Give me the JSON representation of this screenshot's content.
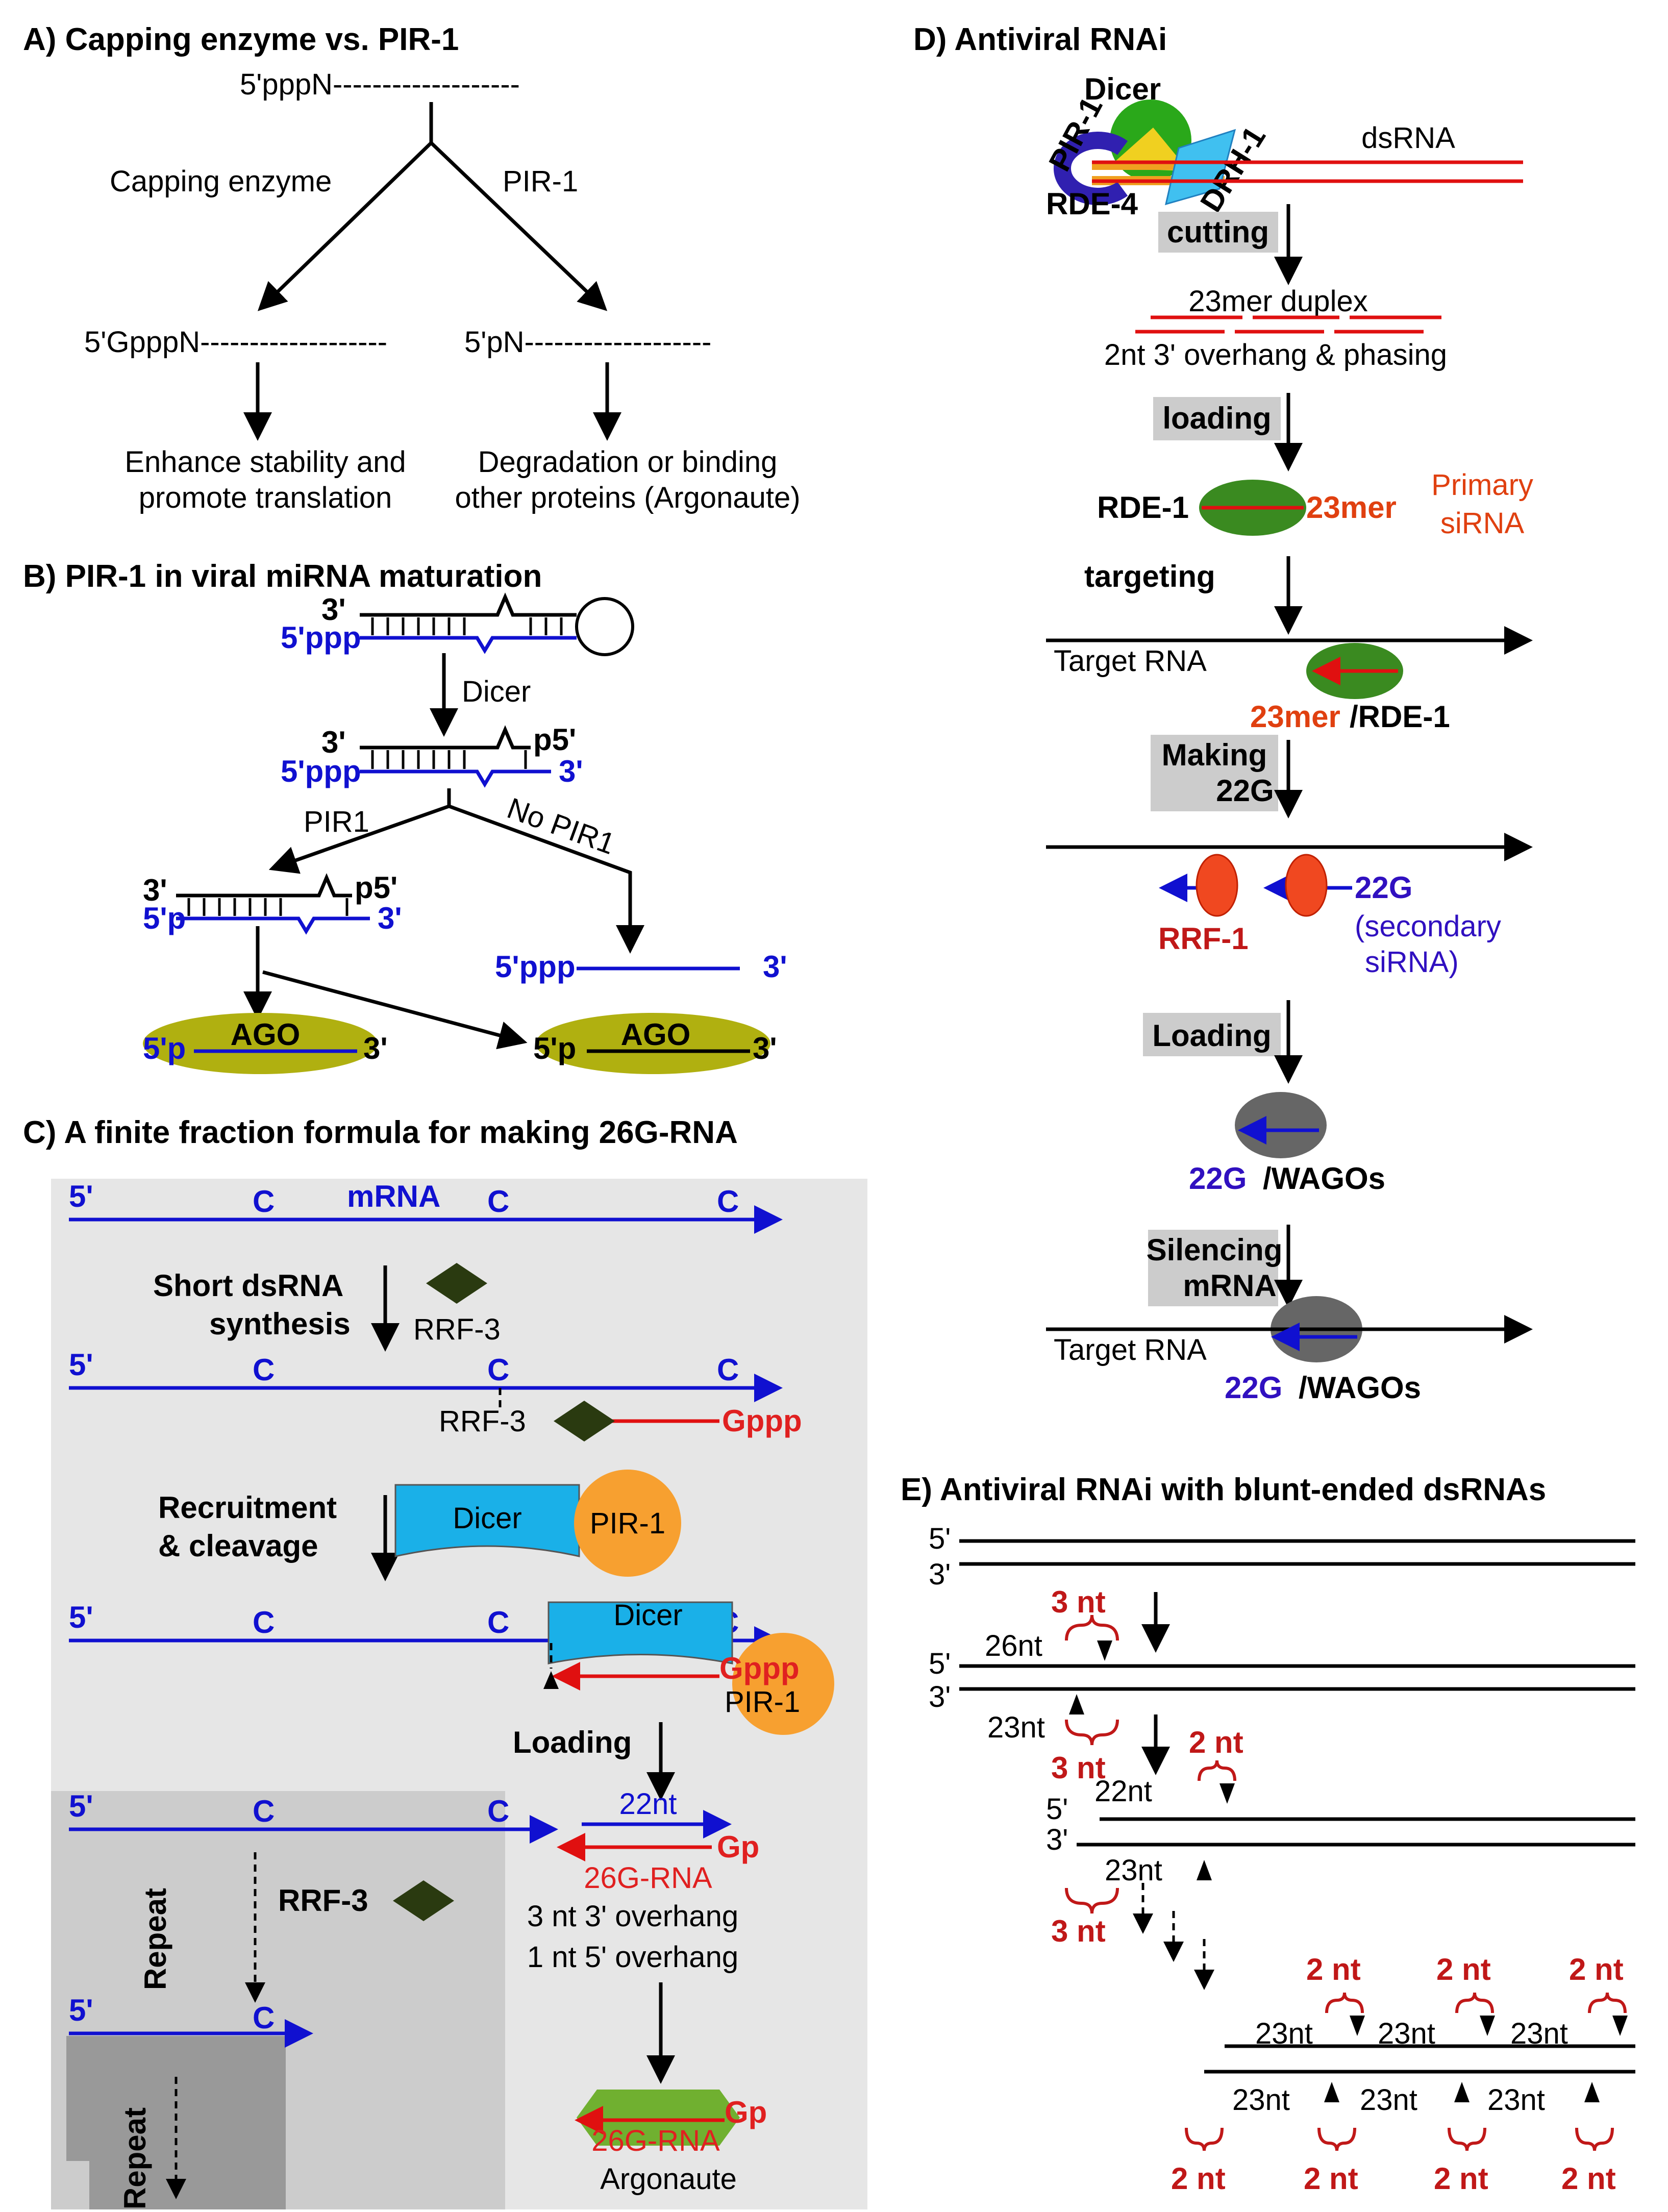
{
  "panels": {
    "A": {
      "title": "A) Capping enzyme vs. PIR-1",
      "top_label": "5'pppN-------------------",
      "left_branch": "Capping enzyme",
      "right_branch": "PIR-1",
      "left_product": "5'GpppN-------------------",
      "right_product": "5'pN-------------------",
      "left_outcome_1": "Enhance stability and",
      "left_outcome_2": "promote translation",
      "right_outcome_1": "Degradation or binding",
      "right_outcome_2": "other proteins (Argonaute)"
    },
    "B": {
      "title": "B) PIR-1 in viral miRNA maturation",
      "three_prime": "3'",
      "five_ppp": "5'ppp",
      "p5": "p5'",
      "five_p": "5'p",
      "dicer": "Dicer",
      "pir1": "PIR1",
      "no_pir1": "No PIR1",
      "ago": "AGO"
    },
    "C": {
      "title": "C) A finite fraction formula for making 26G-RNA",
      "five": "5'",
      "c": "C",
      "mrna": "mRNA",
      "step1_1": "Short dsRNA",
      "step1_2": "synthesis",
      "rrf3": "RRF-3",
      "gppp": "Gppp",
      "step2_1": "Recruitment",
      "step2_2": "& cleavage",
      "dicer": "Dicer",
      "pir1": "PIR-1",
      "loading": "Loading",
      "nt22": "22nt",
      "gp": "Gp",
      "rna26g": "26G-RNA",
      "overhang3": "3 nt 3' overhang",
      "overhang1": "1 nt 5' overhang",
      "repeat": "Repeat",
      "argonaute": "Argonaute"
    },
    "D": {
      "title": "D) Antiviral RNAi",
      "dicer": "Dicer",
      "pir1": "PIR-1",
      "drh1": "DRH-1",
      "rde4": "RDE-4",
      "dsrna": "dsRNA",
      "cutting": "cutting",
      "duplex": "23mer duplex",
      "overhang": "2nt 3' overhang & phasing",
      "loading": "loading",
      "rde1": "RDE-1",
      "mer23": "23mer",
      "primary_1": "Primary",
      "primary_2": "siRNA",
      "targeting": "targeting",
      "target_rna": "Target RNA",
      "rde1_slash": "/RDE-1",
      "making_1": "Making",
      "making_2": "22G",
      "rrf1": "RRF-1",
      "g22": "22G",
      "secondary_1": "(secondary",
      "secondary_2": "siRNA)",
      "loading2": "Loading",
      "wagos": "/WAGOs",
      "silencing_1": "Silencing",
      "silencing_2": "mRNA"
    },
    "E": {
      "title": "E) Antiviral RNAi with blunt-ended dsRNAs",
      "five": "5'",
      "three": "3'",
      "nt3": "3 nt",
      "nt2": "2 nt",
      "nt26": "26nt",
      "nt23": "23nt",
      "nt22": "22nt"
    }
  }
}
